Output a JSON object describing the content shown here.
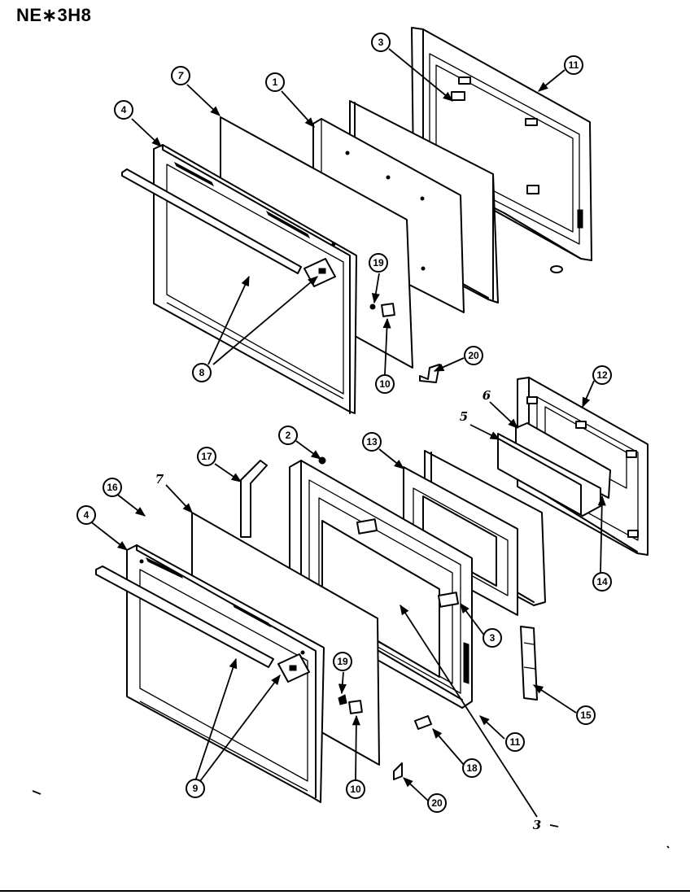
{
  "title": "NE∗3H8",
  "callouts": {
    "c1": "1",
    "c2": "2",
    "c3a": "3",
    "c3b": "3",
    "c4a": "4",
    "c4b": "4",
    "c6": "6",
    "c5": "5",
    "c7a": "7",
    "c7b": "7",
    "c8": "8",
    "c9": "9",
    "c10a": "10",
    "c10b": "10",
    "c11a": "11",
    "c11b": "11",
    "c12": "12",
    "c13": "13",
    "c14": "14",
    "c15": "15",
    "c16": "16",
    "c17": "17",
    "c18": "18",
    "c19a": "19",
    "c19b": "19",
    "c20a": "20",
    "c20b": "20"
  }
}
